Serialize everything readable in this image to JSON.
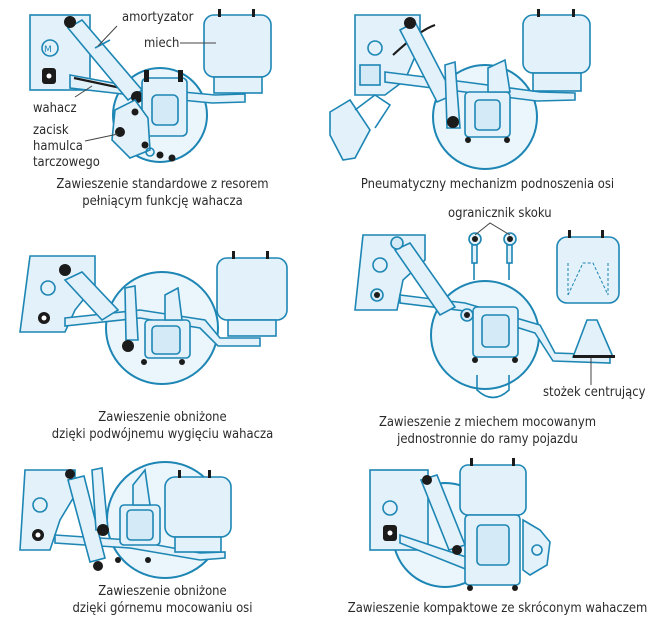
{
  "colors": {
    "outline": "#1d86b4",
    "fill": "#e3f1fa",
    "detail": "#1b1b1b",
    "text": "#2a2a2a"
  },
  "panels": [
    {
      "id": "standard",
      "caption": [
        "Zawieszenie standardowe z resorem",
        "pełniącym funkcję wahacza"
      ],
      "labels": {
        "shock_absorber": "amortyzator",
        "air_bag": "miech",
        "trailing_arm": "wahacz",
        "brake_caliper": [
          "zacisk",
          "hamulca",
          "tarczowego"
        ]
      }
    },
    {
      "id": "lift-axle",
      "caption": [
        "Pneumatyczny mechanizm podnoszenia osi"
      ]
    },
    {
      "id": "double-bend",
      "caption": [
        "Zawieszenie obniżone",
        "dzięki podwójnemu wygięciu wahacza"
      ]
    },
    {
      "id": "one-side-bag",
      "caption": [
        "Zawieszenie z miechem mocowanym",
        "jednostronnie do ramy pojazdu"
      ],
      "labels": {
        "travel_limiter": "ogranicznik skoku",
        "centering_cone": "stożek centrujący"
      }
    },
    {
      "id": "top-mount",
      "caption": [
        "Zawieszenie obniżone",
        "dzięki górnemu mocowaniu osi"
      ]
    },
    {
      "id": "compact",
      "caption": [
        "Zawieszenie kompaktowe ze skróconym wahaczem"
      ]
    }
  ]
}
